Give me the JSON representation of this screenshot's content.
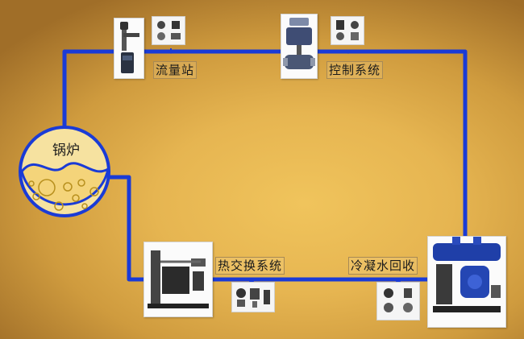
{
  "boiler": {
    "label": "锅炉"
  },
  "stations": {
    "flow": {
      "label": "流量站",
      "photo_icon": "flow-meter-icon"
    },
    "control": {
      "label": "控制系统",
      "photo_icon": "control-valve-icon"
    },
    "heat_exchange": {
      "label": "热交换系统",
      "photo_icon": "heat-exchanger-icon"
    },
    "condensate": {
      "label": "冷凝水回收",
      "photo_icon": "condensate-pump-icon"
    }
  },
  "colors": {
    "pipe": "#1a3bd6",
    "label_border": "#a88a55",
    "background": "#e6b551"
  }
}
